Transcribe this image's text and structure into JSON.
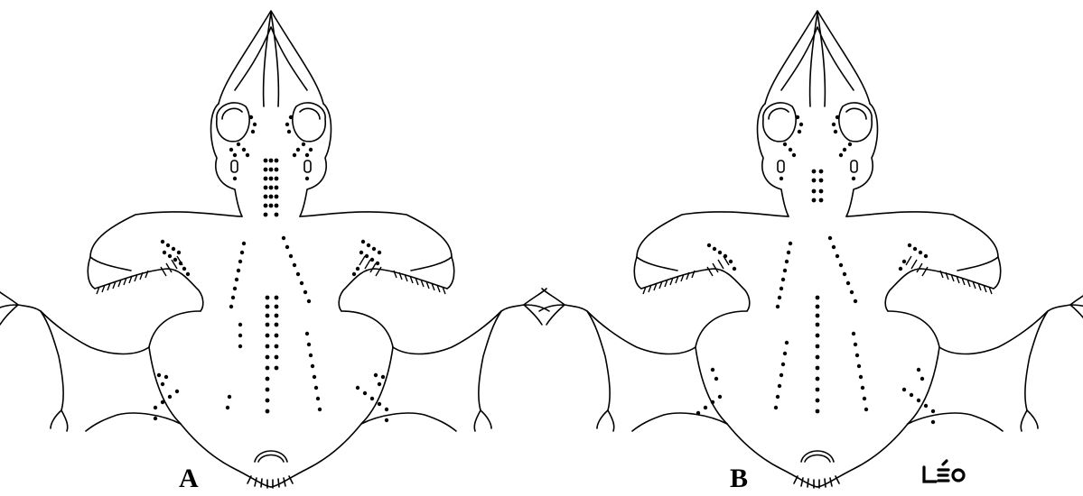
{
  "panels": [
    {
      "label": "A"
    },
    {
      "label": "B"
    }
  ],
  "signature": "LEO",
  "colors": {
    "ink": "#000000",
    "background": "#ffffff"
  }
}
